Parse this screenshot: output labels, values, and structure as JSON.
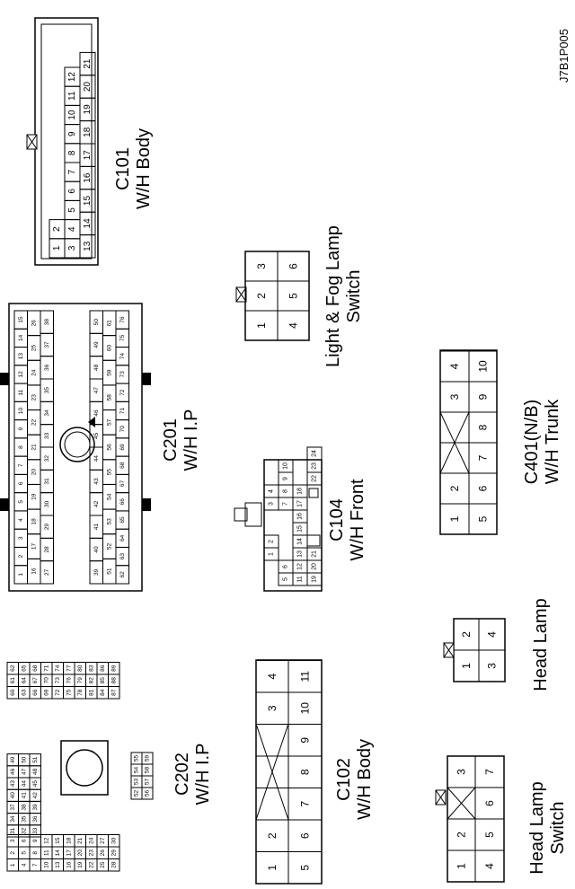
{
  "diagram_id": "J7B1P005",
  "connectors": [
    {
      "id": "C101",
      "title": "C101",
      "subtitle": "W/H Body"
    },
    {
      "id": "C201",
      "title": "C201",
      "subtitle": "W/H I.P"
    },
    {
      "id": "C202",
      "title": "C202",
      "subtitle": "W/H I.P"
    },
    {
      "id": "C104",
      "title": "C104",
      "subtitle": "W/H Front"
    },
    {
      "id": "C401",
      "title": "C401(N/B)",
      "subtitle": "W/H Trunk"
    },
    {
      "id": "C102",
      "title": "C102",
      "subtitle": "W/H Body"
    },
    {
      "id": "LFS",
      "title": "Light & Fog Lamp",
      "subtitle": "Switch"
    },
    {
      "id": "HL",
      "title": "Head Lamp",
      "subtitle": ""
    },
    {
      "id": "HLS",
      "title": "Head Lamp",
      "subtitle": "Switch"
    }
  ],
  "pins": {
    "c101": {
      "row1": [
        "1",
        "2"
      ],
      "row2": [
        "3",
        "4",
        "5",
        "6",
        "7",
        "8",
        "9",
        "10",
        "11",
        "12"
      ],
      "row3": [
        "13",
        "14",
        "15",
        "16",
        "17",
        "18",
        "19",
        "20",
        "21"
      ]
    },
    "lfs": {
      "row1": [
        "1",
        "2",
        "3"
      ],
      "row2": [
        "4",
        "5",
        "6"
      ]
    },
    "hl": {
      "row1": [
        "1",
        "2"
      ],
      "row2": [
        "3",
        "4"
      ]
    },
    "hls": {
      "row1": [
        "1",
        "2",
        "3"
      ],
      "row2": [
        "4",
        "5",
        "6",
        "7"
      ]
    },
    "c401": {
      "row1": [
        "1",
        "2",
        "3",
        "4"
      ],
      "row2": [
        "5",
        "6",
        "7",
        "8",
        "9",
        "10"
      ]
    },
    "c102": {
      "row1": [
        "1",
        "2",
        "3",
        "4"
      ],
      "row2": [
        "5",
        "6",
        "7",
        "8",
        "9",
        "10",
        "11"
      ]
    },
    "c104": {
      "g1": [
        "1",
        "2",
        "3",
        "4"
      ],
      "g2": [
        "5",
        "6",
        "7",
        "8",
        "9",
        "10"
      ],
      "g3": [
        "11",
        "12",
        "13",
        "14",
        "15",
        "16",
        "17",
        "18"
      ],
      "g4": [
        "19",
        "20",
        "21",
        "22",
        "23",
        "24"
      ]
    },
    "c201": {
      "A": [
        "1",
        "2",
        "3",
        "4",
        "5",
        "6",
        "7",
        "8",
        "9",
        "10",
        "11",
        "12",
        "13",
        "14",
        "15"
      ],
      "B": [
        "16",
        "17",
        "18",
        "19",
        "20",
        "21",
        "22",
        "23",
        "24",
        "25",
        "26"
      ],
      "C": [
        "27",
        "28",
        "29",
        "30",
        "31",
        "32",
        "33",
        "34",
        "35",
        "36",
        "37",
        "38"
      ],
      "D": [
        "39",
        "40",
        "41",
        "42",
        "43",
        "44",
        "45",
        "46",
        "47",
        "48",
        "49",
        "50"
      ],
      "E": [
        "51",
        "52",
        "53",
        "54",
        "55",
        "56",
        "57",
        "58",
        "59",
        "60",
        "61"
      ],
      "F": [
        "62",
        "63",
        "64",
        "65",
        "66",
        "67",
        "68",
        "69",
        "70",
        "71",
        "72",
        "73",
        "74",
        "75",
        "76"
      ]
    },
    "c202": {
      "g1": [
        "1",
        "2",
        "3",
        "4",
        "5",
        "6",
        "7",
        "8",
        "9",
        "10",
        "11",
        "12",
        "13",
        "14",
        "15",
        "16",
        "17",
        "18",
        "19",
        "20",
        "21",
        "22",
        "23",
        "24",
        "25",
        "26",
        "27",
        "28",
        "29",
        "30"
      ],
      "g2": [
        "31",
        "32",
        "33",
        "34",
        "35",
        "36",
        "37",
        "38",
        "39",
        "40",
        "41",
        "42",
        "43",
        "44",
        "45",
        "46",
        "47",
        "48",
        "49",
        "50",
        "51"
      ],
      "g3": [
        "52",
        "53",
        "54",
        "55",
        "56",
        "57",
        "58",
        "59"
      ],
      "g4": [
        "60",
        "61",
        "62",
        "63",
        "64",
        "65",
        "66",
        "67",
        "68",
        "69",
        "70",
        "71",
        "72",
        "73",
        "74",
        "75",
        "76",
        "77",
        "78",
        "79",
        "80",
        "81",
        "82",
        "83",
        "84",
        "85",
        "86",
        "87",
        "88",
        "89"
      ]
    }
  }
}
